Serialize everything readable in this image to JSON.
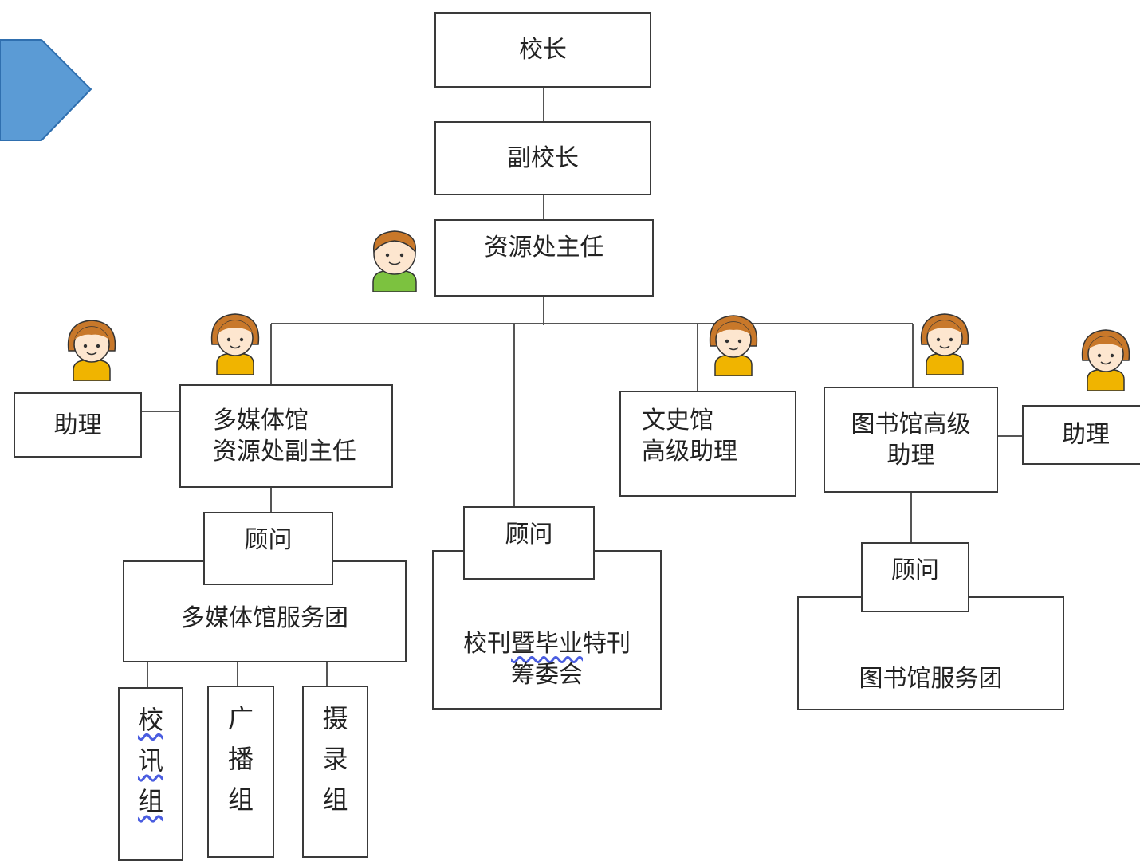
{
  "diagram": {
    "principal": "校长",
    "vice_principal": "副校长",
    "resource_director": "资源处主任",
    "assistant_left": "助理",
    "multimedia_head": "多媒体馆\n资源处副主任",
    "culture_history": "文史馆\n高级助理",
    "library_senior": "图书馆高级\n助理",
    "assistant_right": "助理",
    "advisor_multimedia": "顾问",
    "advisor_magazine": "顾问",
    "advisor_library": "顾问",
    "multimedia_service": "多媒体馆服务团",
    "magazine_committee_line1_a": "校刊",
    "magazine_committee_line1_b": "暨毕业",
    "magazine_committee_line1_c": "特刊",
    "magazine_committee_line2": "筹委会",
    "library_service": "图书馆服务团",
    "group_news": "校\n讯\n组",
    "group_broadcast": "广\n播\n组",
    "group_recording": "摄\n录\n组"
  },
  "colors": {
    "arrow_fill": "#5b9bd5",
    "arrow_stroke": "#2f6faf",
    "boy_shirt": "#7cc23f",
    "girl_shirt": "#f0b400",
    "hair": "#c8782a"
  }
}
